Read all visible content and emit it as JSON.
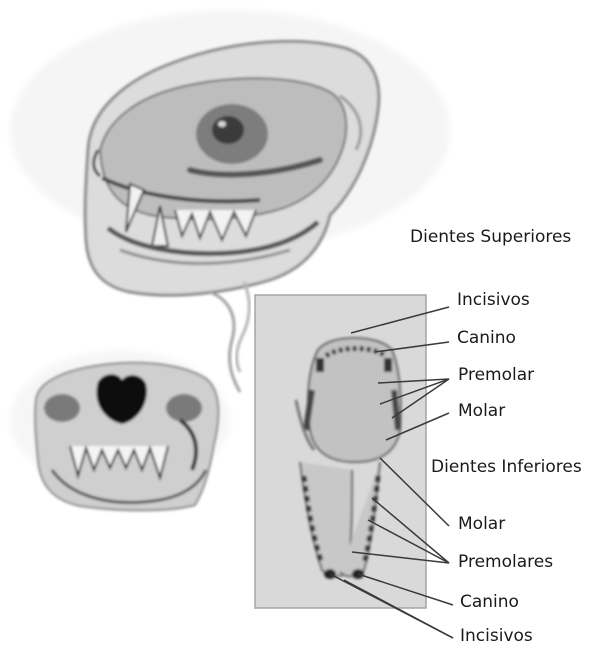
{
  "upper_teeth": {
    "title": "Dientes Superiores",
    "labels": [
      "Incisivos",
      "Canino",
      "Premolar",
      "Molar"
    ]
  },
  "lower_teeth": {
    "title": "Dientes Inferiores",
    "labels": [
      "Molar",
      "Premolares",
      "Canino",
      "Incisivos"
    ]
  }
}
